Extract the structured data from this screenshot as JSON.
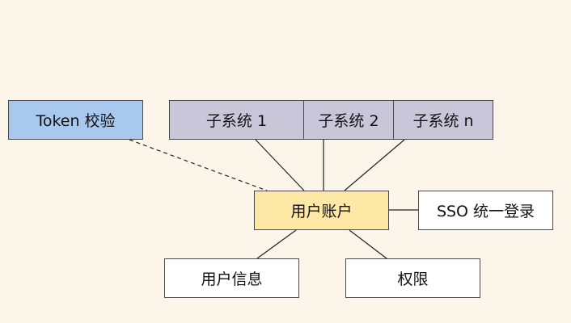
{
  "colors": {
    "background": "#fbf6e9",
    "token_fill": "#a8c8ee",
    "subsystem_fill": "#cac6da",
    "account_fill": "#fde8a6",
    "plain_fill": "#ffffff",
    "line": "#222222"
  },
  "nodes": {
    "token": "Token 校验",
    "subsystem_1": "子系统 1",
    "subsystem_2": "子系统 2",
    "subsystem_n": "子系统 n",
    "account": "用户账户",
    "sso": "SSO 统一登录",
    "user_info": "用户信息",
    "permission": "权限"
  }
}
